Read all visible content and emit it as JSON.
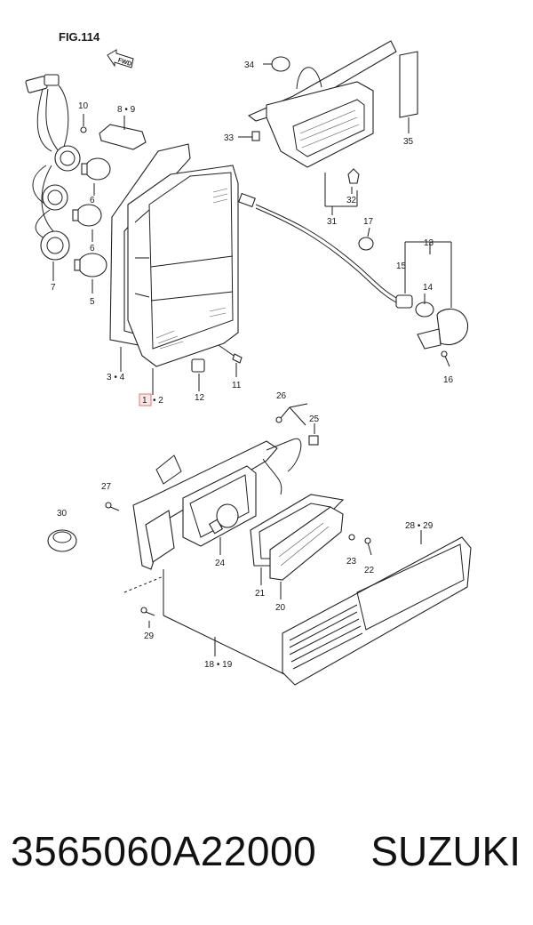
{
  "diagram": {
    "figure_title": "FIG.114",
    "fwd_label": "FWD",
    "callouts": {
      "c34": "34",
      "c35": "35",
      "c33": "33",
      "c31": "31",
      "c32": "32",
      "c10": "10",
      "c8_9": "8 • 9",
      "c6a": "6",
      "c6b": "6",
      "c5": "5",
      "c7": "7",
      "c3_4": "3 • 4",
      "c1": "1",
      "c2": "• 2",
      "c12": "12",
      "c11": "11",
      "c17": "17",
      "c13": "13",
      "c15": "15",
      "c14": "14",
      "c16": "16",
      "c26": "26",
      "c25": "25",
      "c27": "27",
      "c30": "30",
      "c24": "24",
      "c21": "21",
      "c20": "20",
      "c23": "23",
      "c22": "22",
      "c28_29": "28 • 29",
      "c29": "29",
      "c18_19": "18 • 19"
    }
  },
  "footer": {
    "part_number": "3565060A22000",
    "brand": "SUZUKI"
  }
}
